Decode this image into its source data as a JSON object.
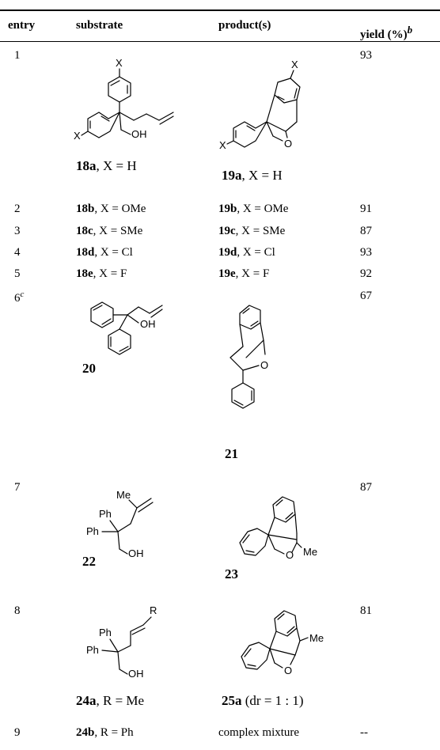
{
  "header": {
    "entry": "entry",
    "substrate": "substrate",
    "products": "product(s)",
    "yield": "yield (%)",
    "yield_sup": "b"
  },
  "rows": [
    {
      "entry": "1",
      "substrate_cpd": "18a",
      "substrate_rest": ", X = H",
      "product_cpd": "19a",
      "product_rest": ", X = H",
      "yield": "93"
    },
    {
      "entry": "2",
      "substrate_cpd": "18b",
      "substrate_rest": ", X = OMe",
      "product_cpd": "19b",
      "product_rest": ", X = OMe",
      "yield": "91"
    },
    {
      "entry": "3",
      "substrate_cpd": "18c",
      "substrate_rest": ", X = SMe",
      "product_cpd": "19c",
      "product_rest": ", X = SMe",
      "yield": "87"
    },
    {
      "entry": "4",
      "substrate_cpd": "18d",
      "substrate_rest": ", X = Cl",
      "product_cpd": "19d",
      "product_rest": ", X = Cl",
      "yield": "93"
    },
    {
      "entry": "5",
      "substrate_cpd": "18e",
      "substrate_rest": ", X = F",
      "product_cpd": "19e",
      "product_rest": ", X = F",
      "yield": "92"
    },
    {
      "entry": "6",
      "entry_sup": "c",
      "substrate_cpd": "20",
      "product_cpd": "21",
      "yield": "67"
    },
    {
      "entry": "7",
      "substrate_cpd": "22",
      "product_cpd": "23",
      "yield": "87"
    },
    {
      "entry": "8",
      "substrate_cpd": "24a",
      "substrate_rest": ", R = Me",
      "product_cpd": "25a",
      "product_rest": " (dr = 1 : 1)",
      "yield": "81"
    },
    {
      "entry": "9",
      "substrate_cpd": "24b",
      "substrate_rest": ", R = Ph",
      "product_text": "complex mixture",
      "yield": "--"
    }
  ],
  "atom_labels": {
    "X": "X",
    "OH": "OH",
    "O": "O",
    "Me": "Me",
    "Ph": "Ph",
    "R": "R"
  }
}
